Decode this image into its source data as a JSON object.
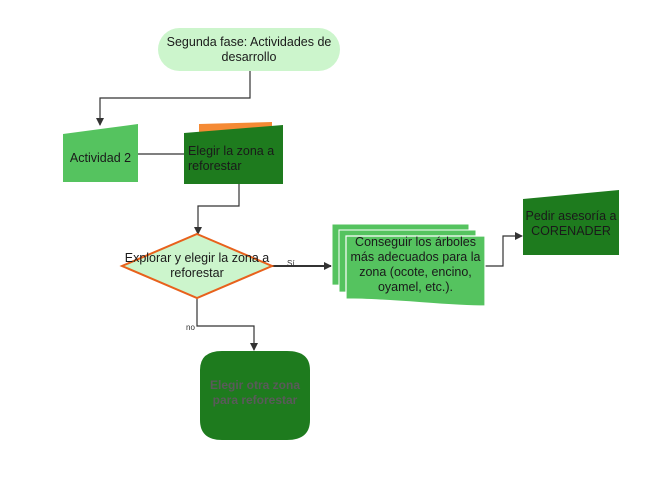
{
  "nodes": {
    "start": {
      "text": "Segunda fase: Actividades de desarrollo",
      "shape": "terminator",
      "fill": "#ccf5cc"
    },
    "activity2": {
      "text": "Actividad 2",
      "shape": "manual-input",
      "fill": "#55c35f"
    },
    "choose_zone": {
      "text": "Elegir la zona a reforestar",
      "shape": "manual-input",
      "fill": "#1e7b1e",
      "accent": "#f58a34"
    },
    "explore": {
      "text": "Explorar y elegir la zona a reforestar",
      "shape": "decision",
      "fill": "#ccf5cc",
      "stroke": "#e8611c"
    },
    "trees": {
      "text": "Conseguir los árboles más adecuados para la zona (ocote, encino, oyamel, etc.).",
      "shape": "multi-document",
      "fill": "#55c35f"
    },
    "advice": {
      "text": "Pedir asesoría a CORENADER",
      "shape": "manual-input",
      "fill": "#1e7b1e"
    },
    "other_zone": {
      "text": "Elegir otra zona para reforestar",
      "shape": "terminator-vertical",
      "fill": "#1e7b1e"
    }
  },
  "edges": {
    "yes_label": "Sí",
    "no_label": "no"
  },
  "colors": {
    "connector": "#333333",
    "dark_text": "#1a1a1a",
    "muted_text": "#5a5a5a"
  }
}
